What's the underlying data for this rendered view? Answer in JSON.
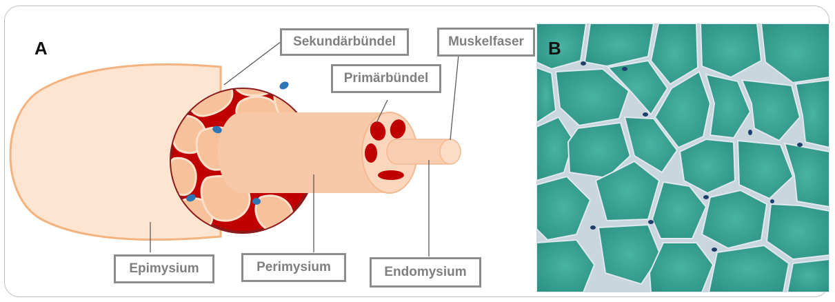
{
  "panels": {
    "a_letter": "A",
    "b_letter": "B"
  },
  "labels": {
    "sekundarbundel": "Sekundärbündel",
    "muskelfaser": "Muskelfaser",
    "primarbundel": "Primärbündel",
    "epimysium": "Epimysium",
    "perimysium": "Perimysium",
    "endomysium": "Endomysium"
  },
  "colors": {
    "epimysium_fill": "#fde5d2",
    "epimysium_outline": "#f3b27e",
    "bundle_tissue": "#c00000",
    "fascicle": "#f7c29b",
    "nucleus": "#2e75b6",
    "micrograph_fiber": "#3fa89a",
    "micrograph_connective": "#c9d6de"
  }
}
